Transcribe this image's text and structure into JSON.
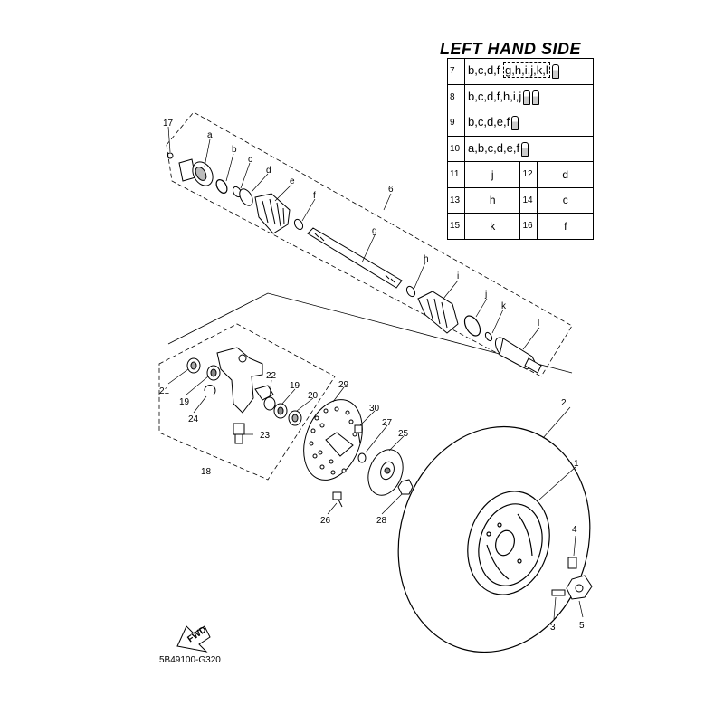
{
  "table": {
    "title": "LEFT HAND SIDE",
    "kit_rows": [
      {
        "num": "7",
        "pre": "b,c,d,f",
        "boxed": "g,h,i,j,k,l",
        "plugs": 1
      },
      {
        "num": "8",
        "pre": "b,c,d,f,h,i,j",
        "boxed": "",
        "plugs": 2
      },
      {
        "num": "9",
        "pre": "b,c,d,e,f",
        "boxed": "",
        "plugs": 1
      },
      {
        "num": "10",
        "pre": "a,b,c,d,e,f",
        "boxed": "",
        "plugs": 1
      }
    ],
    "pair_rows": [
      {
        "n1": "11",
        "v1": "j",
        "n2": "12",
        "v2": "d"
      },
      {
        "n1": "13",
        "v1": "h",
        "n2": "14",
        "v2": "c"
      },
      {
        "n1": "15",
        "v1": "k",
        "n2": "16",
        "v2": "f"
      }
    ]
  },
  "callouts": {
    "c1": "1",
    "c2": "2",
    "c3": "3",
    "c4": "4",
    "c5": "5",
    "c6": "6",
    "c17": "17",
    "c18": "18",
    "c19a": "19",
    "c19b": "19",
    "c20": "20",
    "c21": "21",
    "c22": "22",
    "c23": "23",
    "c24": "24",
    "c25": "25",
    "c26": "26",
    "c27": "27",
    "c28": "28",
    "c29": "29",
    "c30": "30",
    "la": "a",
    "lb": "b",
    "lc": "c",
    "ld": "d",
    "le": "e",
    "lf": "f",
    "lg": "g",
    "lh": "h",
    "li": "i",
    "lj": "j",
    "lk": "k",
    "ll": "l"
  },
  "fwd_label": "FWD",
  "diagram_code": "5B49100-G320"
}
